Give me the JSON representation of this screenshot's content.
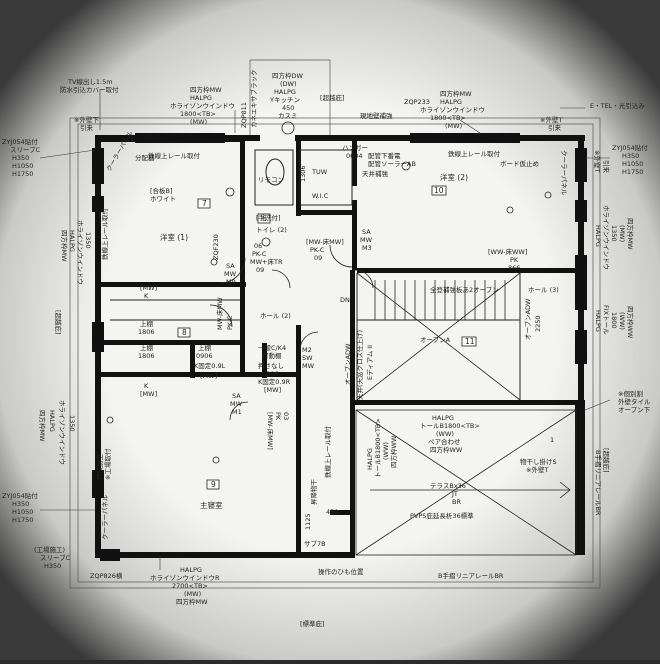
{
  "top": {
    "tv_note": "TV線出し1.5m",
    "tv_note2": "防水引込カバー取付",
    "sash_top_left_1": "ZQP811",
    "sash_top_left_2": "カネエキサブラック",
    "win_center_1": "四方枠DW",
    "win_center_2": "(DW)",
    "win_center_3": "HALPG",
    "win_center_4": "Yキッチン",
    "win_center_5": "450",
    "win_center_6": "カスミ",
    "win_left_1": "四方枠MW",
    "win_left_2": "HALPG",
    "win_left_3": "ホライゾンウインドウ",
    "win_left_4": "1800<TB>",
    "win_left_5": "(MW)",
    "ceiling_under": "[超越庇]",
    "site_note": "現地壁補強",
    "win_right_0": "ZQP233",
    "win_right_1": "四方枠MW",
    "win_right_2": "HALPG",
    "win_right_3": "ホライゾンウインドウ",
    "win_right_4": "1800<TB>",
    "win_right_5": "(MW)",
    "etel": "E・TEL・光引込み",
    "ext_left": "※外壁下",
    "ext_left2": "引来",
    "ext_right": "※外壁T",
    "ext_right2": "引来"
  },
  "left": {
    "zyj_1": "ZYJ054貼付",
    "zyj_2": "スリーブC",
    "zyj_3": "H350",
    "zyj_4": "H1050",
    "zyj_5": "H1750",
    "win_1": "四方枠MW",
    "win_2": "HALPG",
    "win_3": "ホライゾンウインドウ",
    "win_4": "1350",
    "win_5": "(MW)",
    "side_label": "[超越庇]",
    "lower_1": "四方枠MW",
    "lower_2": "HALPG",
    "lower_3": "ホライゾンウインドウ",
    "lower_4": "1350",
    "zyj2_1": "ZYJ054貼付",
    "zyj2_2": "H350",
    "zyj2_3": "H1050",
    "zyj2_4": "H1750",
    "ext_1": "(工場施工)",
    "ext_2": "スリーブC",
    "ext_3": "H350"
  },
  "right": {
    "zyj_1": "ZYJ054貼付",
    "zyj_2": "H350",
    "zyj_3": "H1050",
    "zyj_4": "H1750",
    "note_1": "※外壁T",
    "note_2": "引来",
    "win_1": "HALPG",
    "win_2": "ホライゾンウインドウ",
    "win_3": "1350",
    "win_4": "(MW)",
    "win_5": "四方枠MW",
    "win2_1": "HALPG",
    "win2_2": "FIXトール",
    "win2_3": "1800",
    "win2_4": "(WW)",
    "win2_5": "四方枠WW",
    "note_3": "※個別割",
    "note_4": "外壁タイル",
    "note_5": "オープン下",
    "side_label": "[超越庇]",
    "rail_label": "B手摺リニアレールBR"
  },
  "rooms": {
    "bed1_label": "洋室 (1)",
    "bed1_num": "7",
    "bed1_rail": "鉄線上レール取付",
    "bed1_panel": "クーラーパネル",
    "bed1_panel2": "分配器",
    "bed1_wall": "[合板B]",
    "bed1_wall2": "ホワイト",
    "bed1_rail2": "鉄線上レール取付",
    "toilet_label": "トイレ (2)",
    "toilet_note": "[手洗付]",
    "toilet_num": "6",
    "toilet_rimo": "リモコン",
    "tuw": "TUW",
    "hanger": "ハンガー",
    "hanger2": "0604",
    "wic": "W.I.C",
    "wic_num": "1306",
    "bed2_label": "洋室 (2)",
    "bed2_num": "10",
    "bed2_rail": "鉄線上レール取付",
    "bed2_board": "ボード仮止め",
    "bed2_note1": "配管下番電",
    "bed2_note2": "配管ソーラーAB",
    "bed2_note3": "天井補強",
    "bed2_ww": "[WW-床WW]",
    "bed2_pk": "PK",
    "bed2_866": "866",
    "bed2_panel": "クーラーパネル",
    "hall2": "ホール (2)",
    "hall3": "ホール (3)",
    "dn": "DN",
    "stair_note": "全登補強板あ2オープン",
    "open_a": "オープンA",
    "open_a_num": "11",
    "open_adw": "オープンADW",
    "open_adw2": "2250",
    "open_adw_left": "オープンADW",
    "tenjo": "天井(天窓クロス仕上げ)",
    "media": "Eディアム II",
    "master_label": "主寝室",
    "master_num": "9",
    "master_rail": "鉄線上レール取付",
    "master_panel": "クーラーパネル",
    "master_ext": "戸袋加工",
    "master_ext2": "※工場取付",
    "shelf1": "上棚",
    "shelf1_2": "1806",
    "shelf1_num": "8",
    "shelf2": "上棚",
    "shelf2_2": "1806",
    "mw1": "[MW]",
    "mw1_k": "K",
    "mw2": "[MW]",
    "mw2_k": "K",
    "closet": "上棚",
    "closet2": "0906",
    "closet3": "K固定0.9L",
    "closet4": "[MW]",
    "nm_1": "押さなし",
    "nm_2": "0906",
    "nm_3": "K固定0.9R",
    "nm_4": "[MW]",
    "kazari": "可動棚",
    "mwmw": "[MW-床MW]",
    "pk_c": "PK-C",
    "mw_tr": "MW+床TR",
    "num_06": "06",
    "num_09": "09",
    "sa1": "SA",
    "sa2": "MW",
    "sa3": "M9",
    "zqf": "ZQF230",
    "mwk": "MW-床MW",
    "pkc": "PK-C",
    "m2": "M2",
    "m2b": "SW",
    "m2c": "MW",
    "sa_m1": "SA",
    "sa_m2": "MW",
    "sa_m3": "M1",
    "mw_floor": "[MW-床MW]",
    "pk": "PK",
    "pk_num": "03",
    "sa_w": "SA",
    "sa_w2": "MW",
    "sa_w3": "M3",
    "mw3": "[MW-床MW]",
    "pk3": "PK-C",
    "pk3n": "09",
    "sakan": "昇降物干",
    "sakan2": "1125",
    "sakan3": "450",
    "sakan_rail": "鉄線上レール取付",
    "sabu": "サブ7B",
    "ita": "板",
    "dump": "上棚",
    "chikai": "一般C/K4",
    "wb": "K",
    "wb2": "[MW]"
  },
  "balcony": {
    "win_1": "HALPG",
    "win_2": "トールB1800<TB>",
    "win_3": "(WW)",
    "win_4": "ペア合わせ",
    "win_5": "四方枠WW",
    "sash_left_1": "HALPG",
    "sash_left_2": "トールB1800<TB>",
    "sash_left_3": "(WW)",
    "sash_left_4": "四方枠WW",
    "terrace": "テラスBx36",
    "terrace2": "JT",
    "terrace3": "BR",
    "pvps": "PVPS庇延長析36標準",
    "hoshi": "物干し掛けS",
    "hoshi2": "※外壁T",
    "rail": "B手摺リニアレールBR",
    "himo": "操作のひも位置",
    "num": "1"
  },
  "bottom": {
    "sash_1": "ZQP826横",
    "win_1": "HALPG",
    "win_2": "ホライゾンウインドウR",
    "win_3": "2700<TB>",
    "win_4": "(MW)",
    "win_5": "四方枠MW",
    "label": "[標準庇]"
  }
}
